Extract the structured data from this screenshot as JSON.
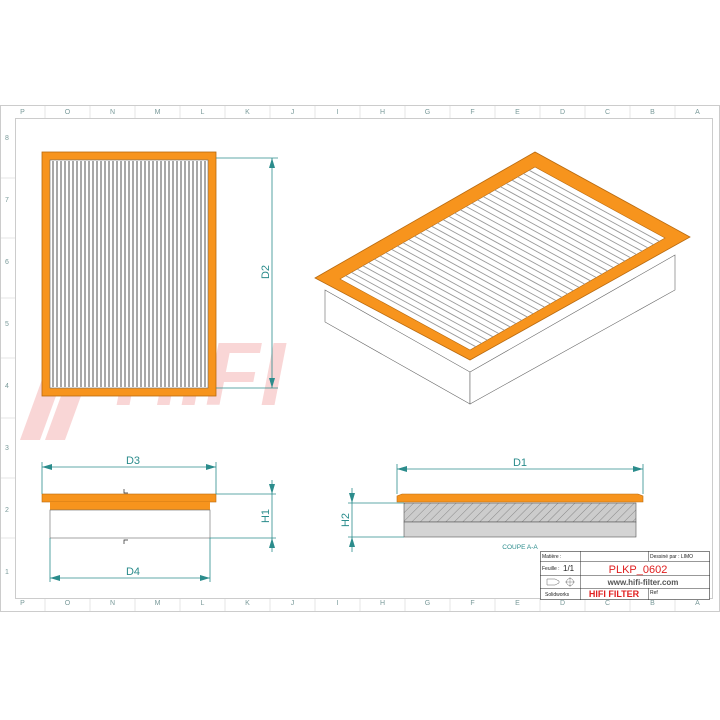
{
  "ruler": {
    "columns": [
      "P",
      "O",
      "N",
      "M",
      "L",
      "K",
      "J",
      "I",
      "H",
      "G",
      "F",
      "E",
      "D",
      "C",
      "B",
      "A"
    ],
    "rows": [
      "8",
      "7",
      "6",
      "5",
      "4",
      "3",
      "2",
      "1"
    ]
  },
  "watermark": "HIFI",
  "dimensions": {
    "d1": "D1",
    "d2": "D2",
    "d3": "D3",
    "d4": "D4",
    "h1": "H1",
    "h2": "H2"
  },
  "section_label": "COUPE A-A",
  "title_block": {
    "material_label": "Matière :",
    "drawn_by": "Dessiné par : LIMO",
    "sheet_label": "Feuille :",
    "sheet_value": "1/1",
    "part_number": "PLKP_0602",
    "website": "www.hifi-filter.com",
    "software": "Solidworks",
    "brand": "HIFI FILTER",
    "ref_label": "Ref"
  },
  "colors": {
    "frame_orange": "#f7941d",
    "dimension_teal": "#2b8c8c",
    "brand_red": "#e02020",
    "pleat_gray": "#9a9a9a"
  }
}
